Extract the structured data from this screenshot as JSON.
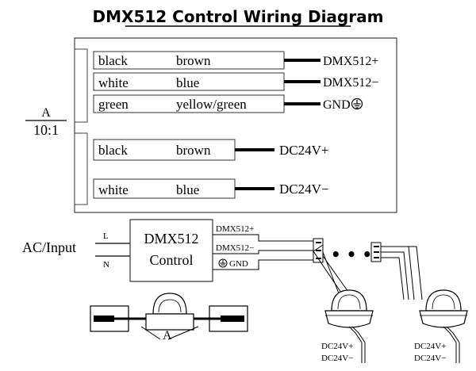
{
  "title": "DMX512 Control Wiring Diagram",
  "cable_top": {
    "rows": [
      {
        "left": "black",
        "right": "brown",
        "signal": "DMX512+"
      },
      {
        "left": "white",
        "right": "blue",
        "signal": "DMX512−"
      },
      {
        "left": "green",
        "right": "yellow/green",
        "signal": "GND"
      }
    ]
  },
  "cable_bottom": {
    "rows": [
      {
        "left": "black",
        "right": "brown",
        "signal": "DC24V+"
      },
      {
        "left": "white",
        "right": "blue",
        "signal": "DC24V−"
      }
    ]
  },
  "scale": {
    "label": "A",
    "ratio": "10:1"
  },
  "controller": {
    "input_label": "AC/Input",
    "line_l": "L",
    "line_n": "N",
    "name_line1": "DMX512",
    "name_line2": "Control",
    "out_plus": "DMX512+",
    "out_minus": "DMX512−",
    "out_gnd": "GND"
  },
  "chain": {
    "dots": "• • •"
  },
  "fixtures": [
    {
      "plus": "DC24V+",
      "minus": "DC24V−"
    },
    {
      "plus": "DC24V+",
      "minus": "DC24V−"
    }
  ],
  "detail": {
    "label": "A"
  }
}
